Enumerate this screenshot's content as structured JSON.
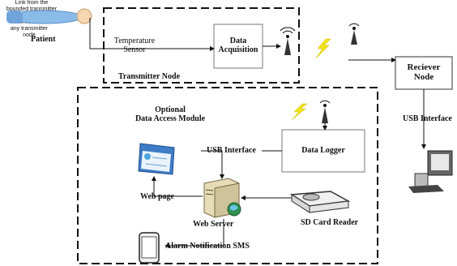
{
  "labels": {
    "patient": "Patient",
    "temperature_sensor": "Temperature\nSensor",
    "data_acquisition": "Data\nAcquisition",
    "transmitter_node": "Transmitter Node",
    "link_bounded": "Link from the\nbounded transmitter\nnode",
    "receiver_node": "Reciever\nNode",
    "usb_interface_receiver": "USB Interface",
    "optional_module": "Optional\nData Access Module",
    "link_any": "Link from the\nany transmitter\nnode",
    "data_logger": "Data Logger",
    "usb_interface_logger": "USB Interface",
    "web_page": "Web page",
    "web_server": "Web Server",
    "sd_card_reader": "SD Card Reader",
    "alarm_sms": "Alarm Notification SMS"
  },
  "colors": {
    "line": "#111111",
    "lightning": "#f2e21a",
    "patient_body": "#7fb2e6",
    "browser": "#3f7cc6",
    "server": "#e7dcb8",
    "globe": "#2f8f4e"
  }
}
